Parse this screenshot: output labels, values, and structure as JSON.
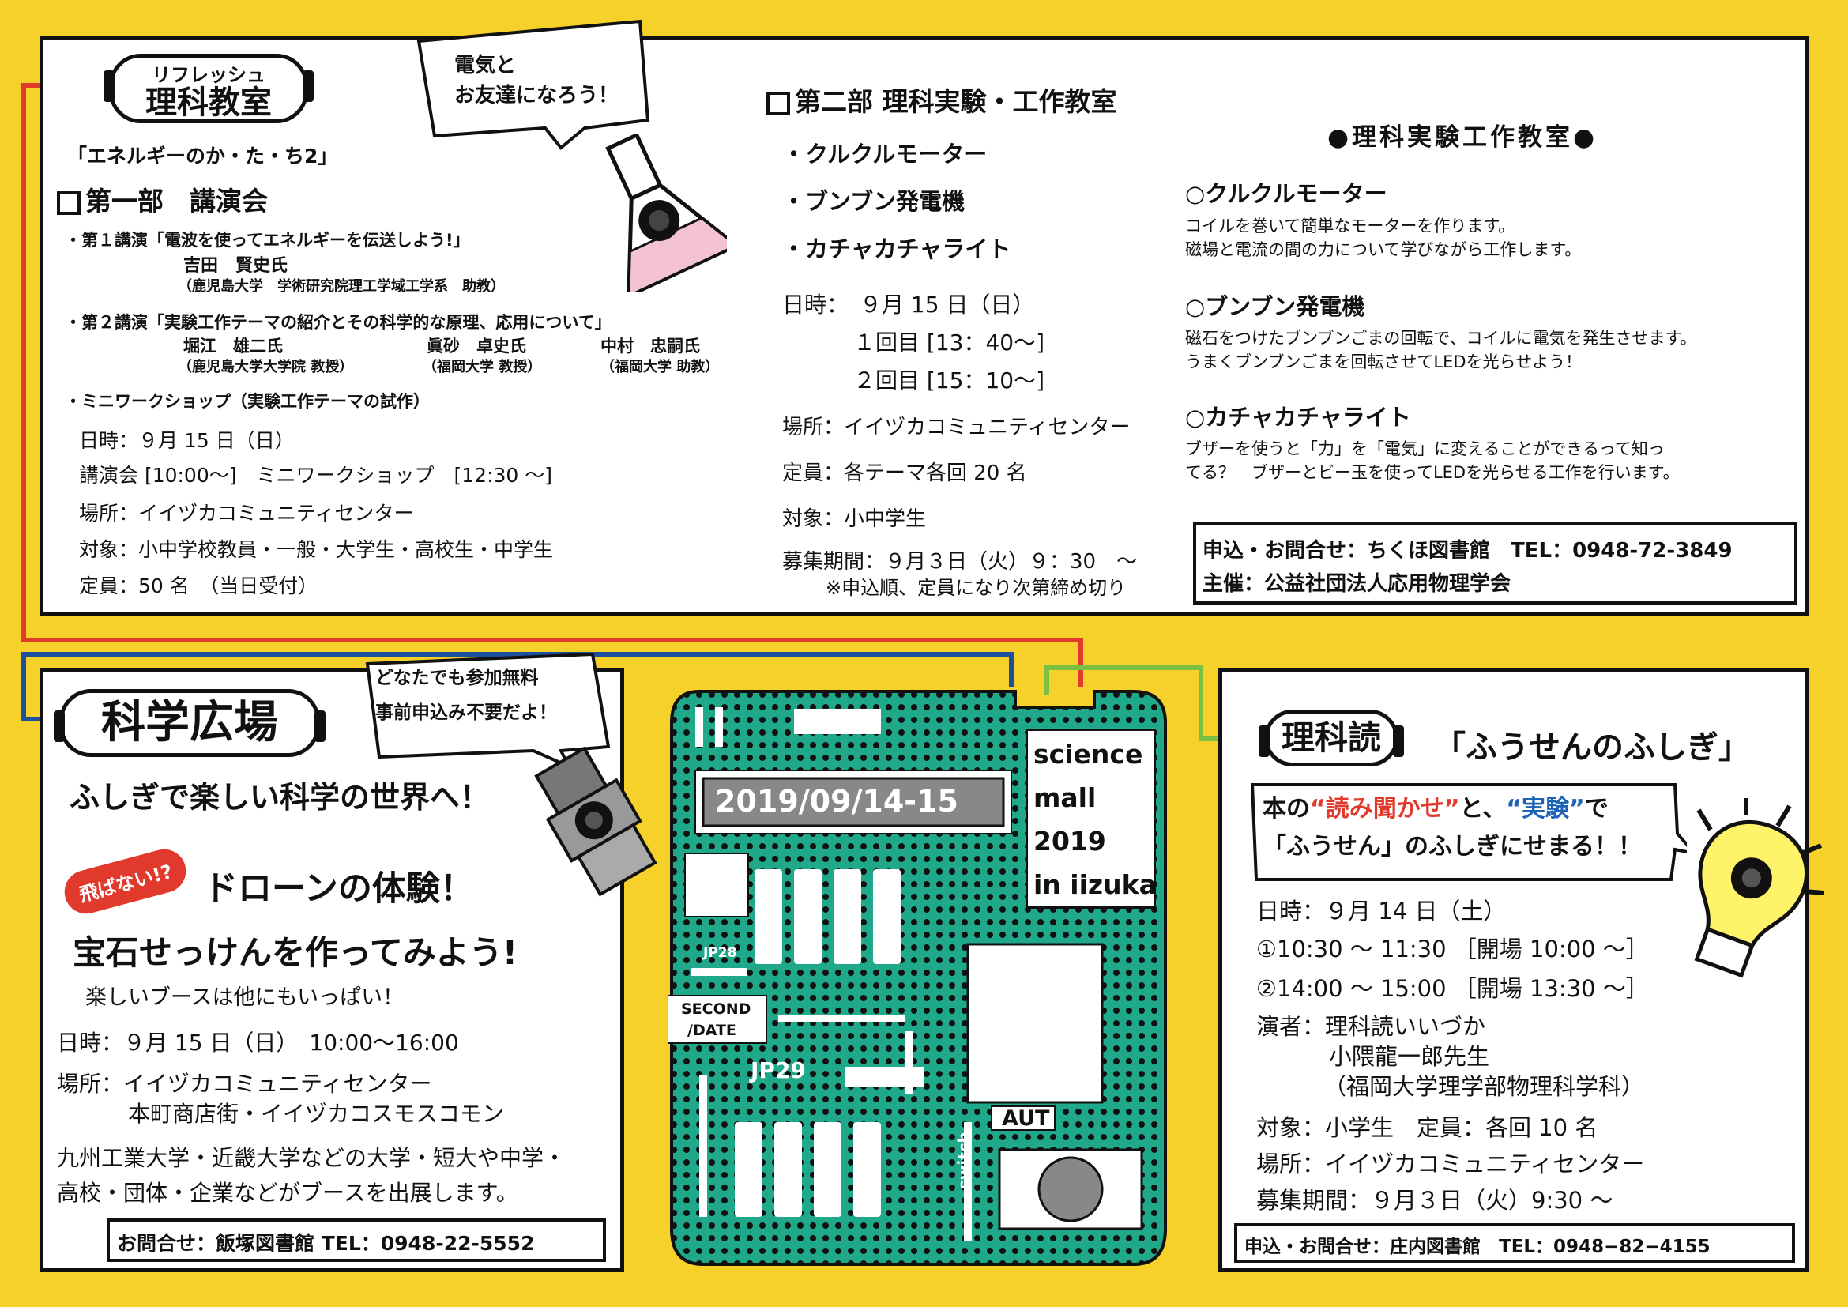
{
  "colors": {
    "background": "#f6d12a",
    "board": "#1fa889",
    "red_wire": "#e1392b",
    "blue_wire": "#1d4f9f",
    "green_wire": "#7ac143",
    "accent_red": "#e1392b",
    "accent_blue": "#1d62b6"
  },
  "top": {
    "badge_small": "リフレッシュ",
    "badge_main": "理科教室",
    "bubble_line1": "電気と",
    "bubble_line2": "お友達になろう！",
    "subtitle": "「エネルギーのか・た・ち2」",
    "part1": {
      "heading": "第一部　講演会",
      "lecture1_title": "・第１講演「電波を使ってエネルギーを伝送しよう!」",
      "lecture1_name": "吉田　賢史氏",
      "lecture1_affil": "（鹿児島大学　学術研究院理工学域工学系　助教）",
      "lecture2_title": "・第２講演「実験工作テーマの紹介とその科学的な原理、応用について」",
      "lecture2_name1": "堀江　雄二氏",
      "lecture2_name2": "眞砂　卓史氏",
      "lecture2_name3": "中村　忠嗣氏",
      "lecture2_affil1": "（鹿児島大学大学院 教授）",
      "lecture2_affil2": "（福岡大学 教授）",
      "lecture2_affil3": "（福岡大学 助教）",
      "workshop": "・ミニワークショップ（実験工作テーマの試作）",
      "date": "日時：９月 15 日（日）",
      "schedule": "講演会 [10:00〜]　ミニワークショップ　[12:30 〜]",
      "place": "場所：イイヅカコミュニティセンター",
      "target": "対象：小中学校教員・一般・大学生・高校生・中学生",
      "capacity": "定員：50 名　（当日受付）"
    },
    "part2": {
      "heading": "第二部 理科実験・工作教室",
      "item1": "・クルクルモーター",
      "item2": "・ブンブン発電機",
      "item3": "・カチャカチャライト",
      "date": "日時：　９月 15 日（日）",
      "round1": "１回目 [13：40〜]",
      "round2": "２回目 [15：10〜]",
      "place": "場所：イイヅカコミュニティセンター",
      "capacity": "定員：各テーマ各回 20 名",
      "target": "対象：小中学生",
      "period": "募集期間：９月３日（火）９：30　〜",
      "note": "※申込順、定員になり次第締め切り"
    },
    "experiments": {
      "heading": "●理科実験工作教室●",
      "e1_title": "○クルクルモーター",
      "e1_line1": "コイルを巻いて簡単なモーターを作ります。",
      "e1_line2": "磁場と電流の間の力について学びながら工作します。",
      "e2_title": "○ブンブン発電機",
      "e2_line1": "磁石をつけたブンブンごまの回転で、コイルに電気を発生させます。",
      "e2_line2": "うまくブンブンごまを回転させてLEDを光らせよう！",
      "e3_title": "○カチャカチャライト",
      "e3_line1": "ブザーを使うと「力」を「電気」に変えることができるって知っ",
      "e3_line2": "てる？　ブザーとビー玉を使ってLEDを光らせる工作を行います。"
    },
    "contact_line1": "申込・お問合せ：ちくほ図書館　TEL：0948-72-3849",
    "contact_line2": "主催：公益社団法人応用物理学会"
  },
  "left": {
    "badge": "科学広場",
    "bubble_line1": "どなたでも参加無料",
    "bubble_line2": "事前申込み不要だよ！",
    "tagline": "ふしぎで楽しい科学の世界へ！",
    "flag": "飛ばない!?",
    "drone": "ドローンの体験！",
    "soap": "宝石せっけんを作ってみよう!",
    "booths": "楽しいブースは他にもいっぱい！",
    "date": "日時：９月 15 日（日）　10:00〜16:00",
    "place1": "場所：イイヅカコミュニティセンター",
    "place2": "本町商店街・イイヅカコスモスコモン",
    "desc1": "九州工業大学・近畿大学などの大学・短大や中学・",
    "desc2": "高校・団体・企業などがブースを出展します。",
    "contact": "お問合せ：飯塚図書館 TEL：0948-22-5552"
  },
  "board": {
    "date": "2019/09/14-15",
    "title_lines": [
      "science",
      "mall",
      "2019",
      "in iizuka"
    ],
    "jp28": "JP28",
    "second_date_1": "SECOND",
    "second_date_2": "/DATE",
    "jp29": "JP29",
    "aut": "AUT",
    "switch": "switch"
  },
  "right": {
    "badge": "理科読",
    "title": "「ふうせんのふしぎ」",
    "bubble_pre": "本の",
    "bubble_read": "“読み聞かせ”",
    "bubble_mid": "と、",
    "bubble_exp": "“実験”",
    "bubble_post": "で",
    "bubble_line2": "「ふうせん」のふしぎにせまる！！",
    "date": "日時：９月 14 日（土）",
    "session1": "①10:30 〜 11:30 ［開場 10:00 〜］",
    "session2": "②14:00 〜 15:00 ［開場 13:30 〜］",
    "performer": "演者：理科読いいづか",
    "performer2": "小隈龍一郎先生",
    "performer3": "（福岡大学理学部物理科学科）",
    "target": "対象：小学生　定員：各回 10 名",
    "place": "場所：イイヅカコミュニティセンター",
    "period": "募集期間：９月３日（火）9:30 〜",
    "contact": "申込・お問合せ：庄内図書館　TEL：0948−82−4155"
  }
}
